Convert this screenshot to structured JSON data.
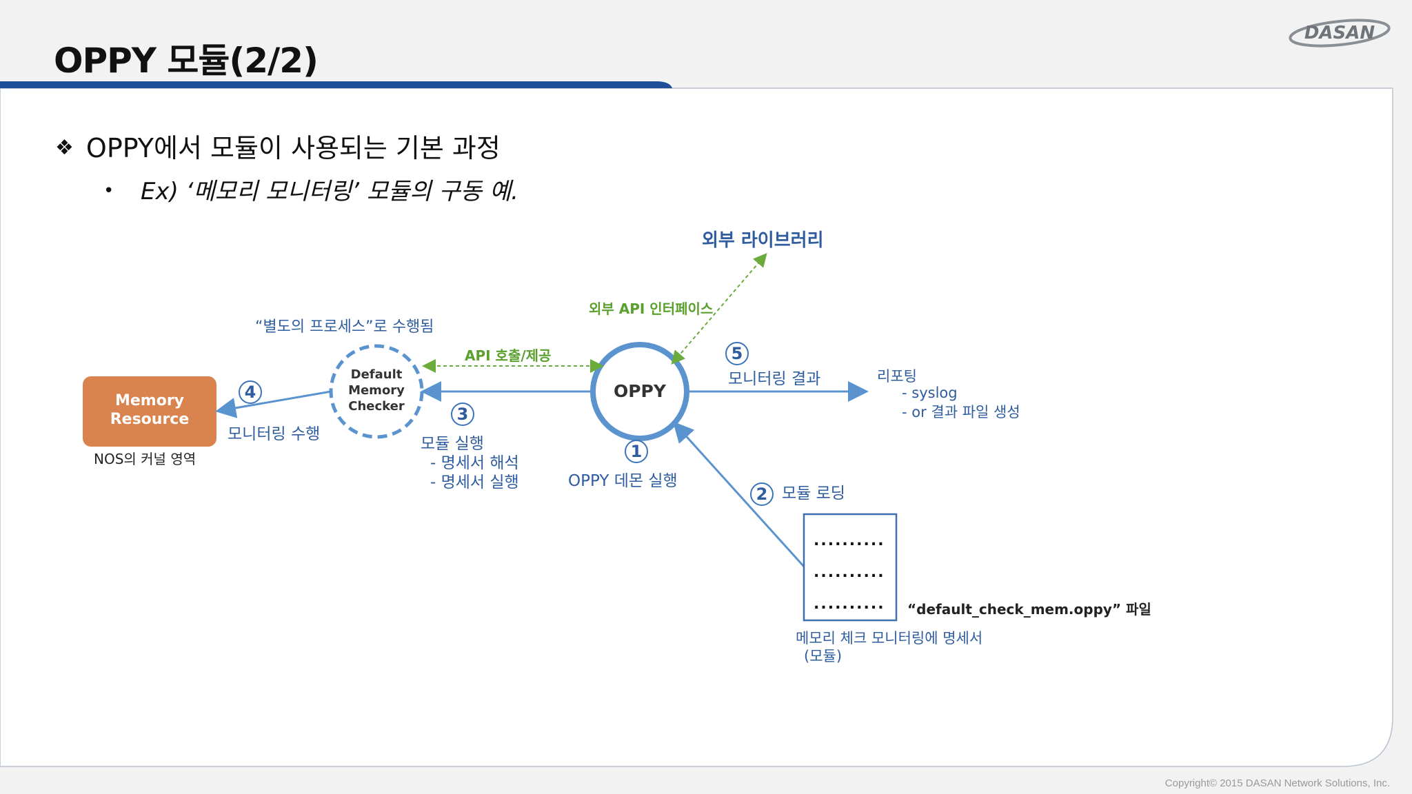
{
  "header": {
    "title": "OPPY 모듈(2/2)",
    "logo_text": "DASAN"
  },
  "content": {
    "bullet": "OPPY에서 모듈이 사용되는 기본 과정",
    "sub_bullet": "Ex) ‘메모리 모니터링’ 모듈의 구동 예."
  },
  "diagram": {
    "memory_resource": {
      "line1": "Memory",
      "line2": "Resource",
      "caption": "NOS의 커널 영역",
      "color": "#d9834f"
    },
    "checker": {
      "line1": "Default",
      "line2": "Memory",
      "line3": "Checker",
      "caption": "“별도의 프로세스”로 수행됨"
    },
    "oppy": {
      "label": "OPPY"
    },
    "external_library": "외부 라이브러리",
    "external_api": "외부 API 인터페이스",
    "api_call": "API 호출/제공",
    "steps": {
      "s1": {
        "num": "1",
        "label": "OPPY 데몬 실행"
      },
      "s2": {
        "num": "2",
        "label": "모듈 로딩"
      },
      "s3": {
        "num": "3",
        "label": "모듈 실행",
        "detail1": "- 명세서 해석",
        "detail2": "- 명세서 실행"
      },
      "s4": {
        "num": "4",
        "label": "모니터링 수행"
      },
      "s5": {
        "num": "5",
        "label": "모니터링 결과"
      }
    },
    "reporting": {
      "title": "리포팅",
      "item1": "- syslog",
      "item2": "- or 결과 파일 생성"
    },
    "file": {
      "dots": "..........",
      "name": "“default_check_mem.oppy” 파일",
      "caption1": "메모리 체크 모니터링에 명세서",
      "caption2": "(모듈)"
    },
    "colors": {
      "line": "#5b93cf",
      "green": "#6aab3c",
      "title_bar": "#1f4e99"
    }
  },
  "footer": {
    "copyright": "Copyright© 2015 DASAN Network Solutions, Inc."
  }
}
